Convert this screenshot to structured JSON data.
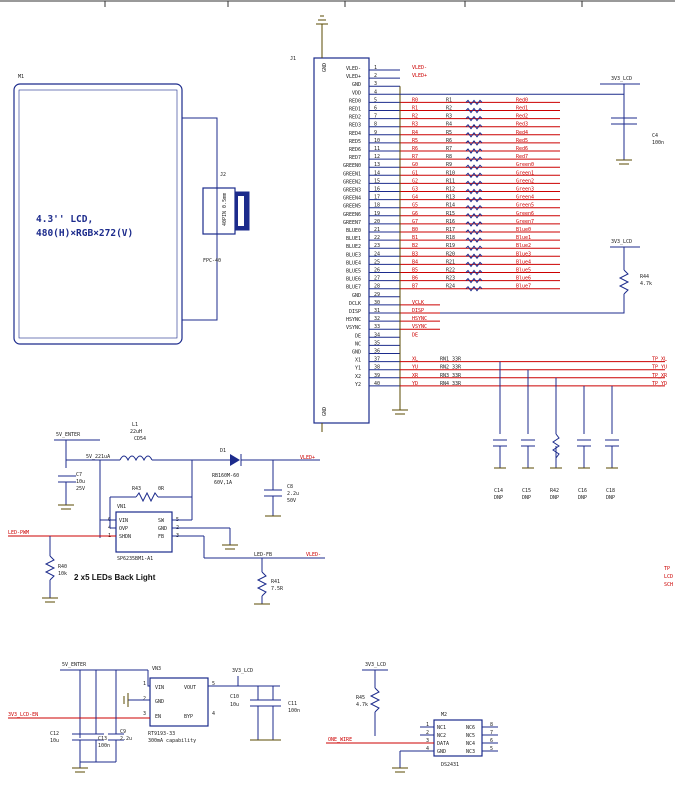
{
  "lcd": {
    "ref": "M1",
    "line1": "4.3'' LCD,",
    "line2": "480(H)×RGB×272(V)",
    "fpc_label": "J2",
    "fpc_ref": "FPC-40",
    "fpc_pins": "40PIN 0.5mm"
  },
  "conn": {
    "ref": "J1",
    "gnd_top": "GND",
    "gnd_bot": "GND",
    "pins": [
      "VLED-",
      "VLED+",
      "GND",
      "VDD",
      "RED0",
      "RED1",
      "RED2",
      "RED3",
      "RED4",
      "RED5",
      "RED6",
      "RED7",
      "GREEN0",
      "GREEN1",
      "GREEN2",
      "GREEN3",
      "GREEN4",
      "GREEN5",
      "GREEN6",
      "GREEN7",
      "BLUE0",
      "BLUE1",
      "BLUE2",
      "BLUE3",
      "BLUE4",
      "BLUE5",
      "BLUE6",
      "BLUE7",
      "GND",
      "DCLK",
      "DISP",
      "HSYNC",
      "VSYNC",
      "DE",
      "NC",
      "GND",
      "X1",
      "Y1",
      "X2",
      "Y2"
    ],
    "nums": [
      "1",
      "2",
      "3",
      "4",
      "5",
      "6",
      "7",
      "8",
      "9",
      "10",
      "11",
      "12",
      "13",
      "14",
      "15",
      "16",
      "17",
      "18",
      "19",
      "20",
      "21",
      "22",
      "23",
      "24",
      "25",
      "26",
      "27",
      "28",
      "29",
      "30",
      "31",
      "32",
      "33",
      "34",
      "35",
      "36",
      "37",
      "38",
      "39",
      "40"
    ],
    "nets": [
      "VLED-",
      "VLED+",
      "",
      "",
      "R0",
      "R1",
      "R2",
      "R3",
      "R4",
      "R5",
      "R6",
      "R7",
      "G0",
      "G1",
      "G2",
      "G3",
      "G4",
      "G5",
      "G6",
      "G7",
      "B0",
      "B1",
      "B2",
      "B3",
      "B4",
      "B5",
      "B6",
      "B7",
      "",
      "VCLK",
      "DISP",
      "HSYNC",
      "VSYNC",
      "DE",
      "",
      "",
      "XL",
      "YU",
      "XR",
      "YD"
    ],
    "resnets": [
      "R1",
      "R2",
      "R3",
      "R4",
      "R5",
      "R6",
      "R7",
      "R8",
      "R9",
      "R10",
      "R11",
      "R12",
      "R13",
      "R14",
      "R15",
      "R16",
      "R17",
      "R18",
      "R19",
      "R20",
      "R21",
      "R22",
      "R23",
      "R24"
    ],
    "outnets": [
      "Red0",
      "Red1",
      "Red2",
      "Red3",
      "Red4",
      "Red5",
      "Red6",
      "Red7",
      "Green0",
      "Green1",
      "Green2",
      "Green3",
      "Green4",
      "Green5",
      "Green6",
      "Green7",
      "Blue0",
      "Blue1",
      "Blue2",
      "Blue3",
      "Blue4",
      "Blue5",
      "Blue6",
      "Blue7"
    ],
    "tp_res": [
      "RN1 33R",
      "RN2 33R",
      "RN3 33R",
      "RN4 33R"
    ],
    "tp_out": [
      "TP_XL",
      "TP_YU",
      "TP_XR",
      "TP_YD"
    ]
  },
  "right": {
    "net1": "3V3_LCD",
    "c_ref": "C4",
    "c_val": "100n",
    "net2": "3V3_LCD",
    "r_ref": "R44",
    "r_val": "4.7k"
  },
  "tpcaps": [
    {
      "ref": "C14",
      "val": "DNP"
    },
    {
      "ref": "C15",
      "val": "DNP"
    },
    {
      "ref": "R42",
      "val": "DNP"
    },
    {
      "ref": "C16",
      "val": "DNP"
    },
    {
      "ref": "C18",
      "val": "DNP"
    }
  ],
  "boost": {
    "net_in": "5V_ENTER",
    "l_ref": "L1",
    "l_val": "22uH",
    "l_val2": "CD54",
    "sw_net": "5V_221uA",
    "d_ref": "D1",
    "d_part": "RB160M-60",
    "d_val": "60V,1A",
    "vled": "VLED+",
    "c7_ref": "C7",
    "c7_val": "10u",
    "c7_v": "25V",
    "r43_ref": "R43",
    "r43_val": "0R",
    "c8_ref": "C8",
    "c8_val": "2.2u",
    "c8_v": "50V",
    "ic_ref": "VN1",
    "ic_part": "SP6235BM1-A1",
    "ic_pins_l": [
      "VIN",
      "OVP",
      "SHDN"
    ],
    "ic_pins_r": [
      "SW",
      "GND",
      "FB"
    ],
    "ic_nums_l": [
      "6",
      "4",
      "1"
    ],
    "ic_nums_r": [
      "5",
      "2",
      "3"
    ],
    "en_net": "LED-PWM",
    "r40_ref": "R40",
    "r40_val": "10k",
    "fb_net": "LED-FB",
    "vled_minus": "VLED-",
    "r41_ref": "R41",
    "r41_val": "7.5R",
    "backlight": "2 x5 LEDs Back Light"
  },
  "ldo": {
    "net_in": "5V_ENTER",
    "ic_ref": "VN3",
    "ic_part": "RT9193-33",
    "pins_l": [
      "VIN",
      "GND",
      "EN"
    ],
    "pins_r": [
      "VOUT",
      "BYP"
    ],
    "nums_l": [
      "1",
      "2",
      "3"
    ],
    "nums_r": [
      "5",
      "4"
    ],
    "capability": "300mA capability",
    "net_out": "3V3_LCD",
    "en_net": "3V3_LCD-EN",
    "c12_ref": "C12",
    "c12_val": "10u",
    "c13_ref": "C13",
    "c13_val": "100n",
    "c9_ref": "C9",
    "c9_val": "2.2u",
    "c10_ref": "C10",
    "c10_val": "10u",
    "c11_ref": "C11",
    "c11_val": "100n"
  },
  "eeprom": {
    "net": "3V3_LCD",
    "r_ref": "R45",
    "r_val": "4.7k",
    "ic_ref": "M2",
    "ic_part": "DS2431",
    "pins_l": [
      "NC1",
      "NC2",
      "DATA",
      "GND"
    ],
    "pins_r": [
      "NC6",
      "NC5",
      "NC4",
      "NC3"
    ],
    "nums_l": [
      "1",
      "2",
      "3",
      "4"
    ],
    "nums_r": [
      "8",
      "7",
      "6",
      "5"
    ],
    "data_net": "ONE_WIRE"
  },
  "edge": {
    "t1": "TP",
    "t2": "LCD",
    "t3": "SCH"
  },
  "colors": {
    "wire": "#1c2b8c",
    "net": "#c00000",
    "ground": "#5a4a00"
  }
}
